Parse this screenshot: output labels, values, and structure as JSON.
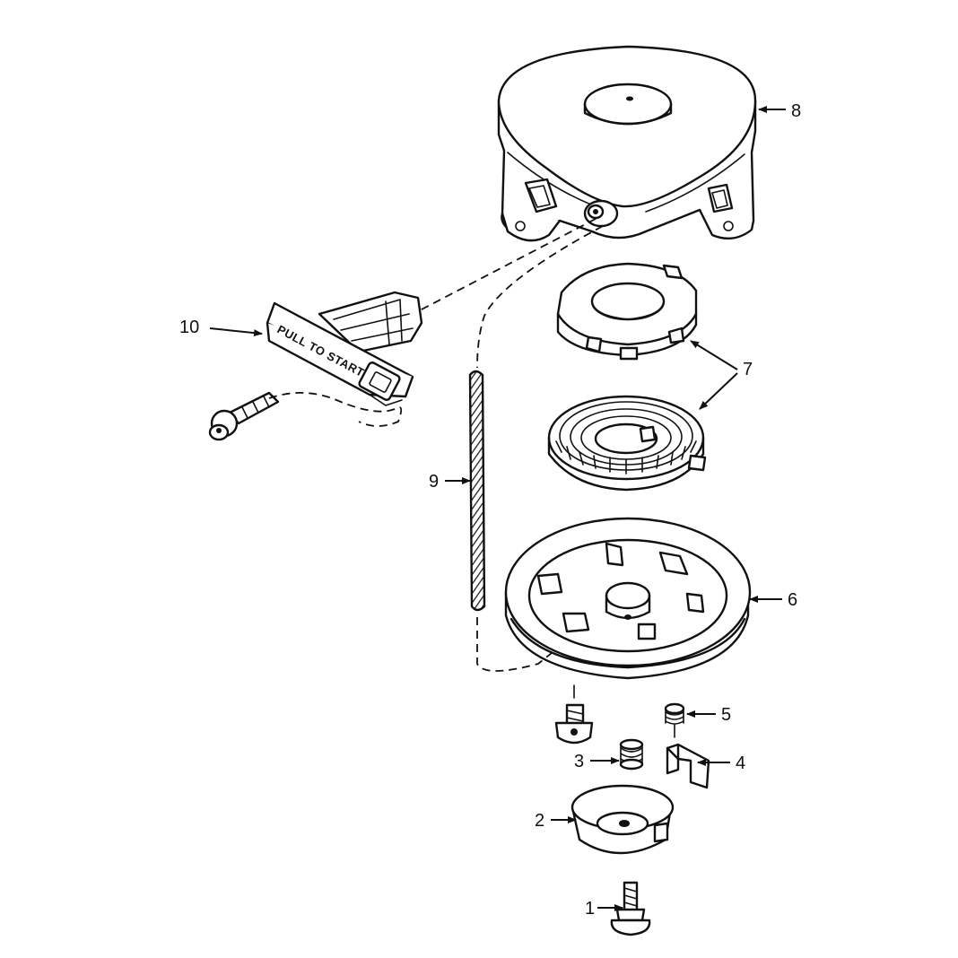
{
  "handle_text": "PULL TO START",
  "callouts": {
    "c1": "1",
    "c2": "2",
    "c3": "3",
    "c4": "4",
    "c5": "5",
    "c6": "6",
    "c7": "7",
    "c8": "8",
    "c9": "9",
    "c10": "10"
  }
}
